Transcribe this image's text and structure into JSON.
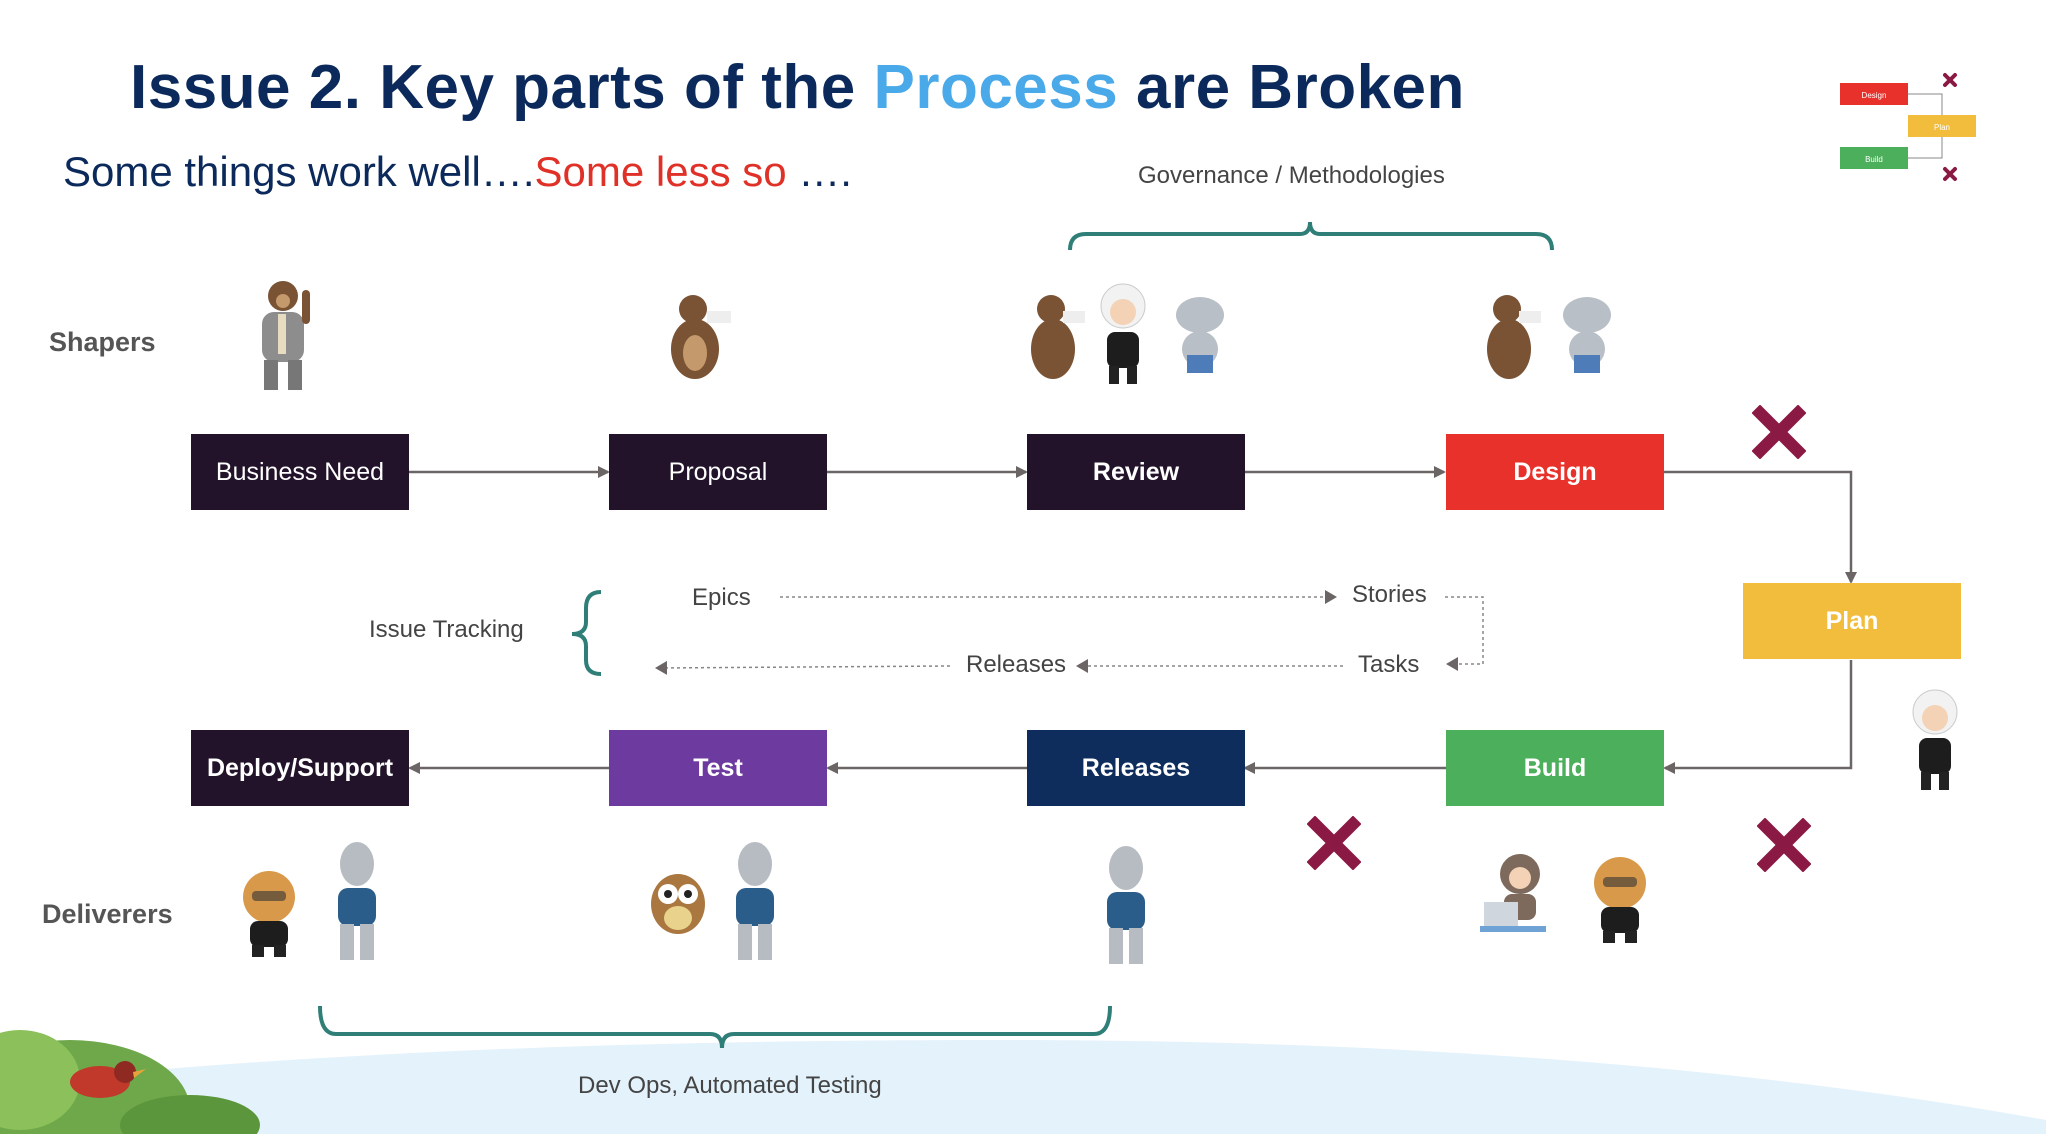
{
  "title": {
    "prefix": "Issue 2. Key parts of the ",
    "highlight": "Process",
    "suffix": " are Broken"
  },
  "subtitle": {
    "good": "Some things work well….",
    "bad": "Some less so",
    "tail": " …."
  },
  "governance_label": "Governance / Methodologies",
  "devops_label": "Dev Ops, Automated Testing",
  "row_labels": {
    "shapers": "Shapers",
    "deliverers": "Deliverers"
  },
  "issue_tracking": {
    "label": "Issue Tracking",
    "epics": "Epics",
    "stories": "Stories",
    "releases": "Releases",
    "tasks": "Tasks"
  },
  "steps": {
    "business_need": "Business Need",
    "proposal": "Proposal",
    "review": "Review",
    "design": "Design",
    "plan": "Plan",
    "build": "Build",
    "releases": "Releases",
    "test": "Test",
    "deploy": "Deploy/Support"
  },
  "mini_legend": {
    "design": "Design",
    "plan": "Plan",
    "build": "Build"
  },
  "colors": {
    "dark": "#22132a",
    "design": "#e8312a",
    "plan": "#f2bd3c",
    "build": "#4caf5b",
    "releases": "#0f2d5c",
    "test": "#6d3aa0",
    "cross": "#8a1a44",
    "bracket": "#2f7f78"
  }
}
